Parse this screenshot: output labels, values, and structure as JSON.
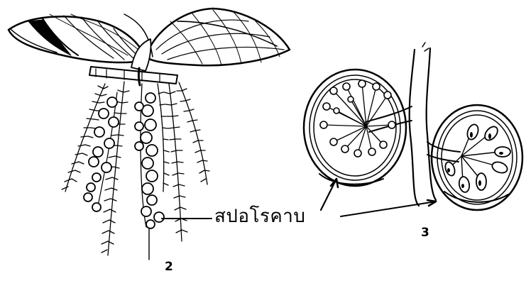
{
  "labels": {
    "sporocarp": "สปอโรคาบ",
    "figure_2": "2",
    "figure_3": "3"
  },
  "colors": {
    "ink": "#000000",
    "paper": "#ffffff"
  }
}
